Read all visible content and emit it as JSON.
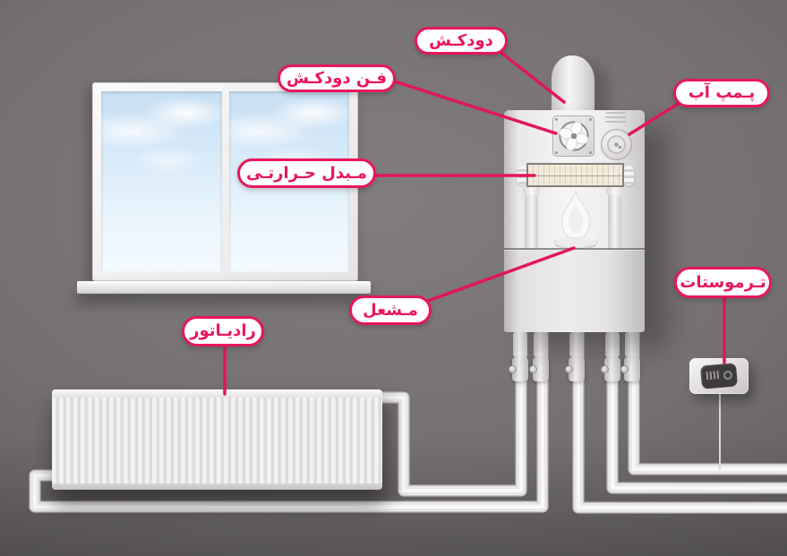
{
  "accent_color": "#e8175b",
  "label_background": "#ffffff",
  "wall_color": "#747071",
  "labels": [
    {
      "id": "chimney",
      "text": "دودکـش"
    },
    {
      "id": "flue-fan",
      "text": "فـن دودکـش"
    },
    {
      "id": "water-pump",
      "text": "پـمپ آب"
    },
    {
      "id": "heat-exchanger",
      "text": "مـبدل حـرارتـی"
    },
    {
      "id": "burner",
      "text": "مـشعل"
    },
    {
      "id": "radiator",
      "text": "رادیـاتور"
    },
    {
      "id": "thermostat",
      "text": "تـرموستات"
    }
  ],
  "scene_components": [
    "window",
    "window-sill",
    "radiator-panel",
    "combi-boiler",
    "flue-pipe",
    "flue-fan",
    "water-pump",
    "heat-exchanger",
    "burner-flame",
    "wall-thermostat",
    "supply-return-pipes",
    "pipe-valves"
  ]
}
